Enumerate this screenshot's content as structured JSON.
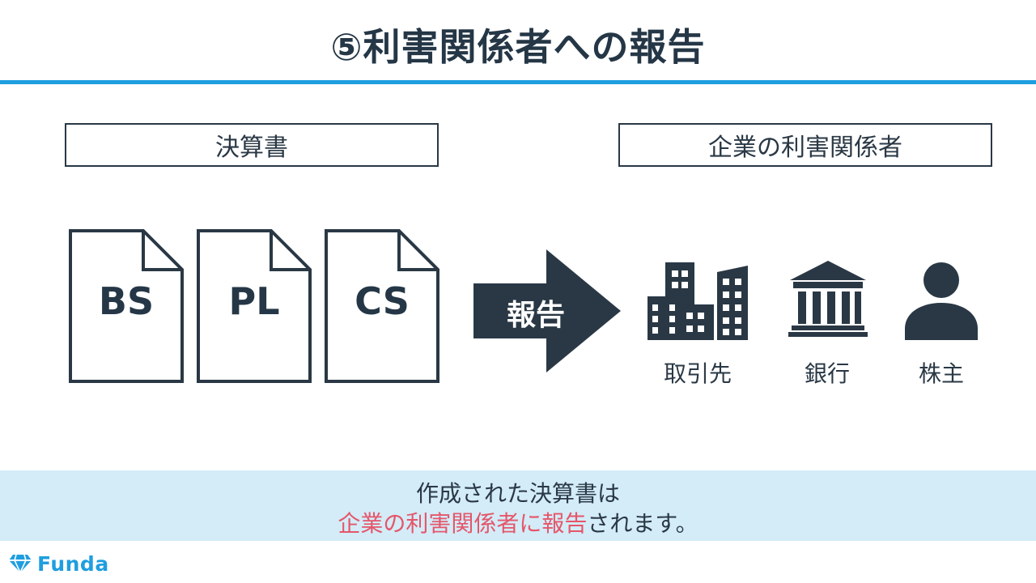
{
  "title": "⑤利害関係者への報告",
  "left_box": {
    "label": "決算書"
  },
  "right_box": {
    "label": "企業の利害関係者"
  },
  "documents": [
    {
      "label": "BS"
    },
    {
      "label": "PL"
    },
    {
      "label": "CS"
    }
  ],
  "arrow": {
    "label": "報告"
  },
  "stakeholders": [
    {
      "label": "取引先",
      "icon": "buildings-icon"
    },
    {
      "label": "銀行",
      "icon": "bank-icon"
    },
    {
      "label": "株主",
      "icon": "person-icon"
    }
  ],
  "caption": {
    "line1": "作成された決算書は",
    "line2_highlight": "企業の利害関係者に報告",
    "line2_rest": "されます。"
  },
  "logo": {
    "text": "Funda"
  },
  "colors": {
    "dark": "#2a3845",
    "accent_blue": "#1f9ee0",
    "caption_bg": "#d3ecf8",
    "highlight": "#e5566a"
  }
}
